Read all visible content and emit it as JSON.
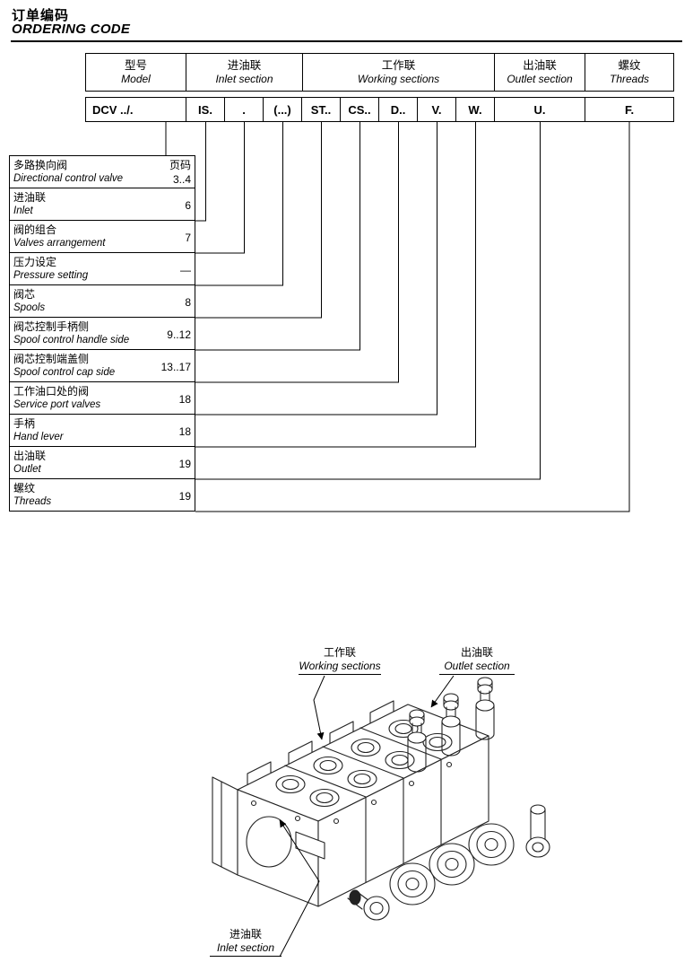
{
  "page": {
    "title_zh": "订单编码",
    "title_en": "ORDERING CODE"
  },
  "colors": {
    "ink": "#000000",
    "background": "#ffffff"
  },
  "code_table": {
    "headers": [
      {
        "zh": "型号",
        "en": "Model"
      },
      {
        "zh": "进油联",
        "en": "Inlet section"
      },
      {
        "zh": "工作联",
        "en": "Working sections"
      },
      {
        "zh": "出油联",
        "en": "Outlet section"
      },
      {
        "zh": "螺纹",
        "en": "Threads"
      }
    ],
    "cells": [
      "DCV ../.",
      "IS.",
      ".",
      "(...)",
      "ST..",
      "CS..",
      "D..",
      "V.",
      "W.",
      "U.",
      "F."
    ]
  },
  "index_table": {
    "page_col_header": "页码",
    "rows": [
      {
        "zh": "多路换向阀",
        "en": "Directional control valve",
        "page": "3..4"
      },
      {
        "zh": "进油联",
        "en": "Inlet",
        "page": "6"
      },
      {
        "zh": "阀的组合",
        "en": "Valves arrangement",
        "page": "7"
      },
      {
        "zh": "压力设定",
        "en": "Pressure setting",
        "page": "—"
      },
      {
        "zh": "阀芯",
        "en": "Spools",
        "page": "8"
      },
      {
        "zh": "阀芯控制手柄侧",
        "en": "Spool control handle side",
        "page": "9..12"
      },
      {
        "zh": "阀芯控制端盖侧",
        "en": "Spool control cap side",
        "page": "13..17"
      },
      {
        "zh": "工作油口处的阀",
        "en": "Service port valves",
        "page": "18"
      },
      {
        "zh": "手柄",
        "en": "Hand lever",
        "page": "18"
      },
      {
        "zh": "出油联",
        "en": "Outlet",
        "page": "19"
      },
      {
        "zh": "螺纹",
        "en": "Threads",
        "page": "19"
      }
    ]
  },
  "figure": {
    "labels": {
      "working": {
        "zh": "工作联",
        "en": "Working sections"
      },
      "outlet": {
        "zh": "出油联",
        "en": "Outlet section"
      },
      "inlet": {
        "zh": "进油联",
        "en": "Inlet section"
      }
    }
  }
}
